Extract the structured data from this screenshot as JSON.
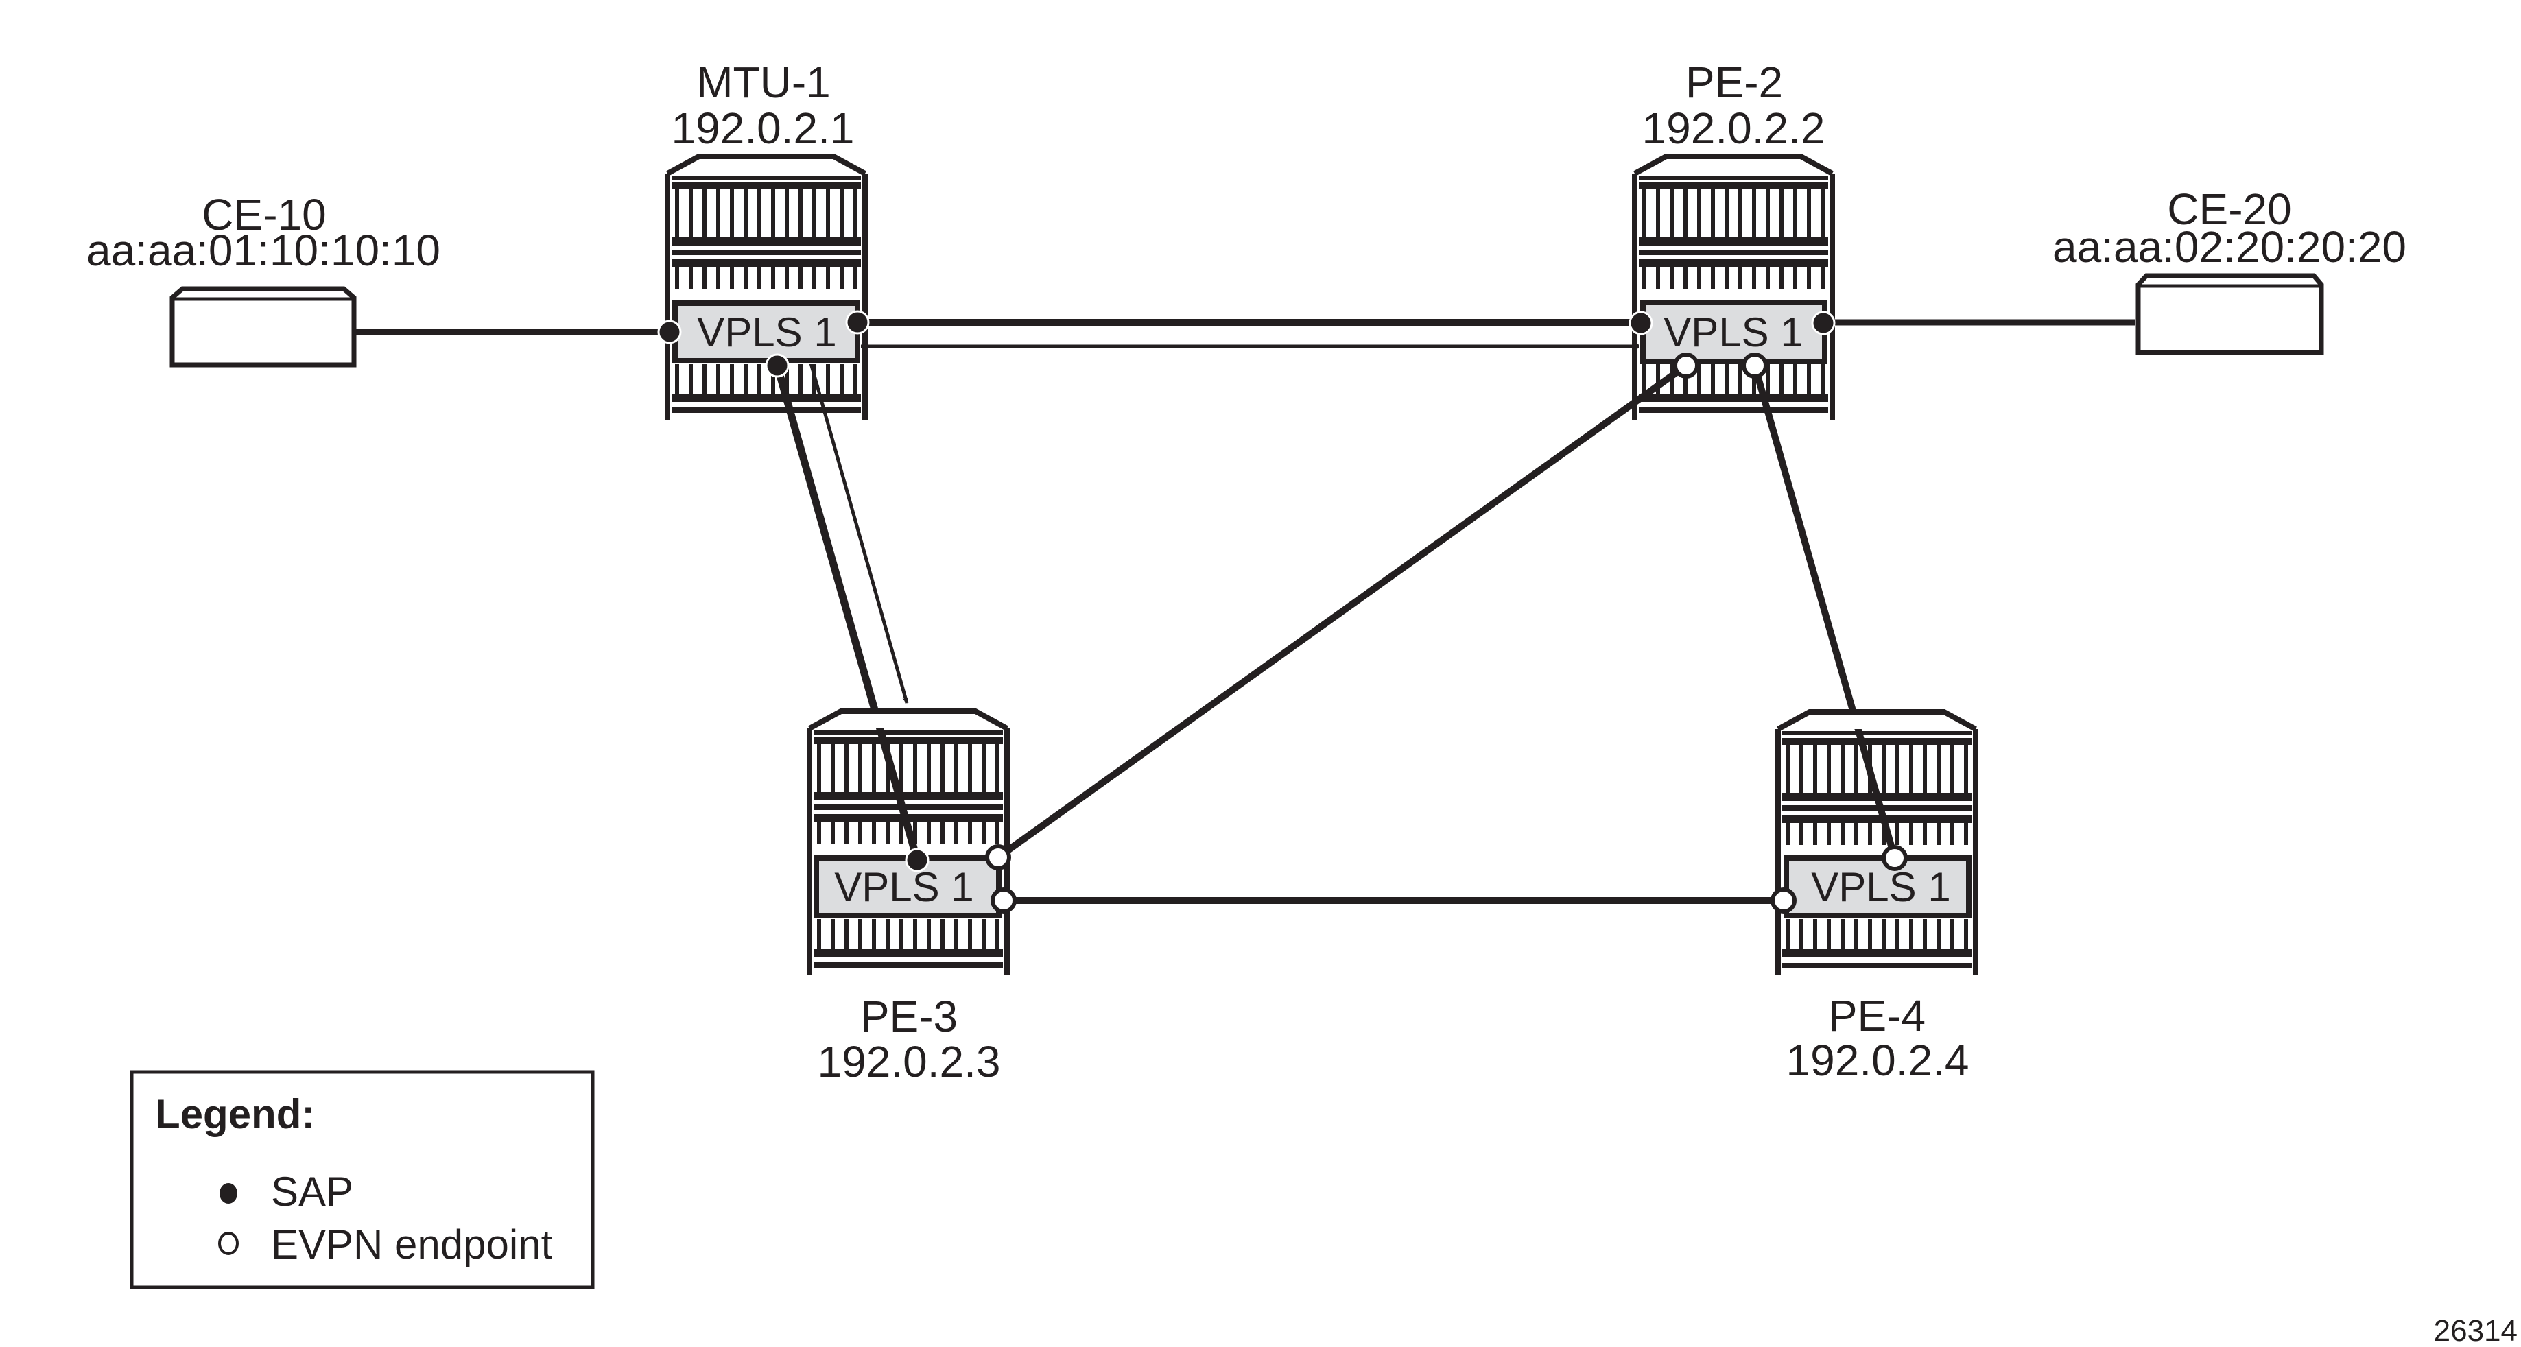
{
  "diagram": {
    "title": "VPLS 1 EVPN topology",
    "colors": {
      "stroke": "#231f20",
      "vpls_fill": "#dcdddf",
      "background": "#ffffff"
    },
    "nodes": [
      {
        "id": "ce10",
        "type": "ce",
        "name": "CE-10",
        "address": "aa:aa:01:10:10:10"
      },
      {
        "id": "mtu1",
        "type": "router",
        "name": "MTU-1",
        "address": "192.0.2.1",
        "service": "VPLS 1"
      },
      {
        "id": "pe2",
        "type": "router",
        "name": "PE-2",
        "address": "192.0.2.2",
        "service": "VPLS 1"
      },
      {
        "id": "ce20",
        "type": "ce",
        "name": "CE-20",
        "address": "aa:aa:02:20:20:20"
      },
      {
        "id": "pe3",
        "type": "router",
        "name": "PE-3",
        "address": "192.0.2.3",
        "service": "VPLS 1"
      },
      {
        "id": "pe4",
        "type": "router",
        "name": "PE-4",
        "address": "192.0.2.4",
        "service": "VPLS 1"
      }
    ],
    "links": [
      {
        "from": "ce10",
        "to": "mtu1",
        "kind": "access",
        "to_end": "SAP"
      },
      {
        "from": "mtu1",
        "to": "pe2",
        "kind": "spoke",
        "from_end": "SAP",
        "to_end": "SAP"
      },
      {
        "from": "mtu1",
        "to": "pe3",
        "kind": "spoke",
        "from_end": "SAP",
        "to_end": "SAP"
      },
      {
        "from": "pe2",
        "to": "ce20",
        "kind": "access",
        "from_end": "SAP"
      },
      {
        "from": "pe3",
        "to": "pe2",
        "kind": "evpn",
        "from_end": "EVPN endpoint",
        "to_end": "EVPN endpoint"
      },
      {
        "from": "pe2",
        "to": "pe4",
        "kind": "evpn",
        "from_end": "EVPN endpoint",
        "to_end": "EVPN endpoint"
      },
      {
        "from": "pe3",
        "to": "pe4",
        "kind": "evpn",
        "from_end": "EVPN endpoint",
        "to_end": "EVPN endpoint"
      }
    ],
    "flows": [
      {
        "from": "mtu1",
        "to": "pe2",
        "direction": "arrow"
      },
      {
        "from": "mtu1",
        "to": "pe3",
        "direction": "arrow"
      }
    ],
    "legend": {
      "title": "Legend:",
      "items": [
        {
          "symbol": "filled-circle",
          "label": "SAP"
        },
        {
          "symbol": "open-circle",
          "label": "EVPN endpoint"
        }
      ]
    },
    "figure_id": "26314"
  }
}
